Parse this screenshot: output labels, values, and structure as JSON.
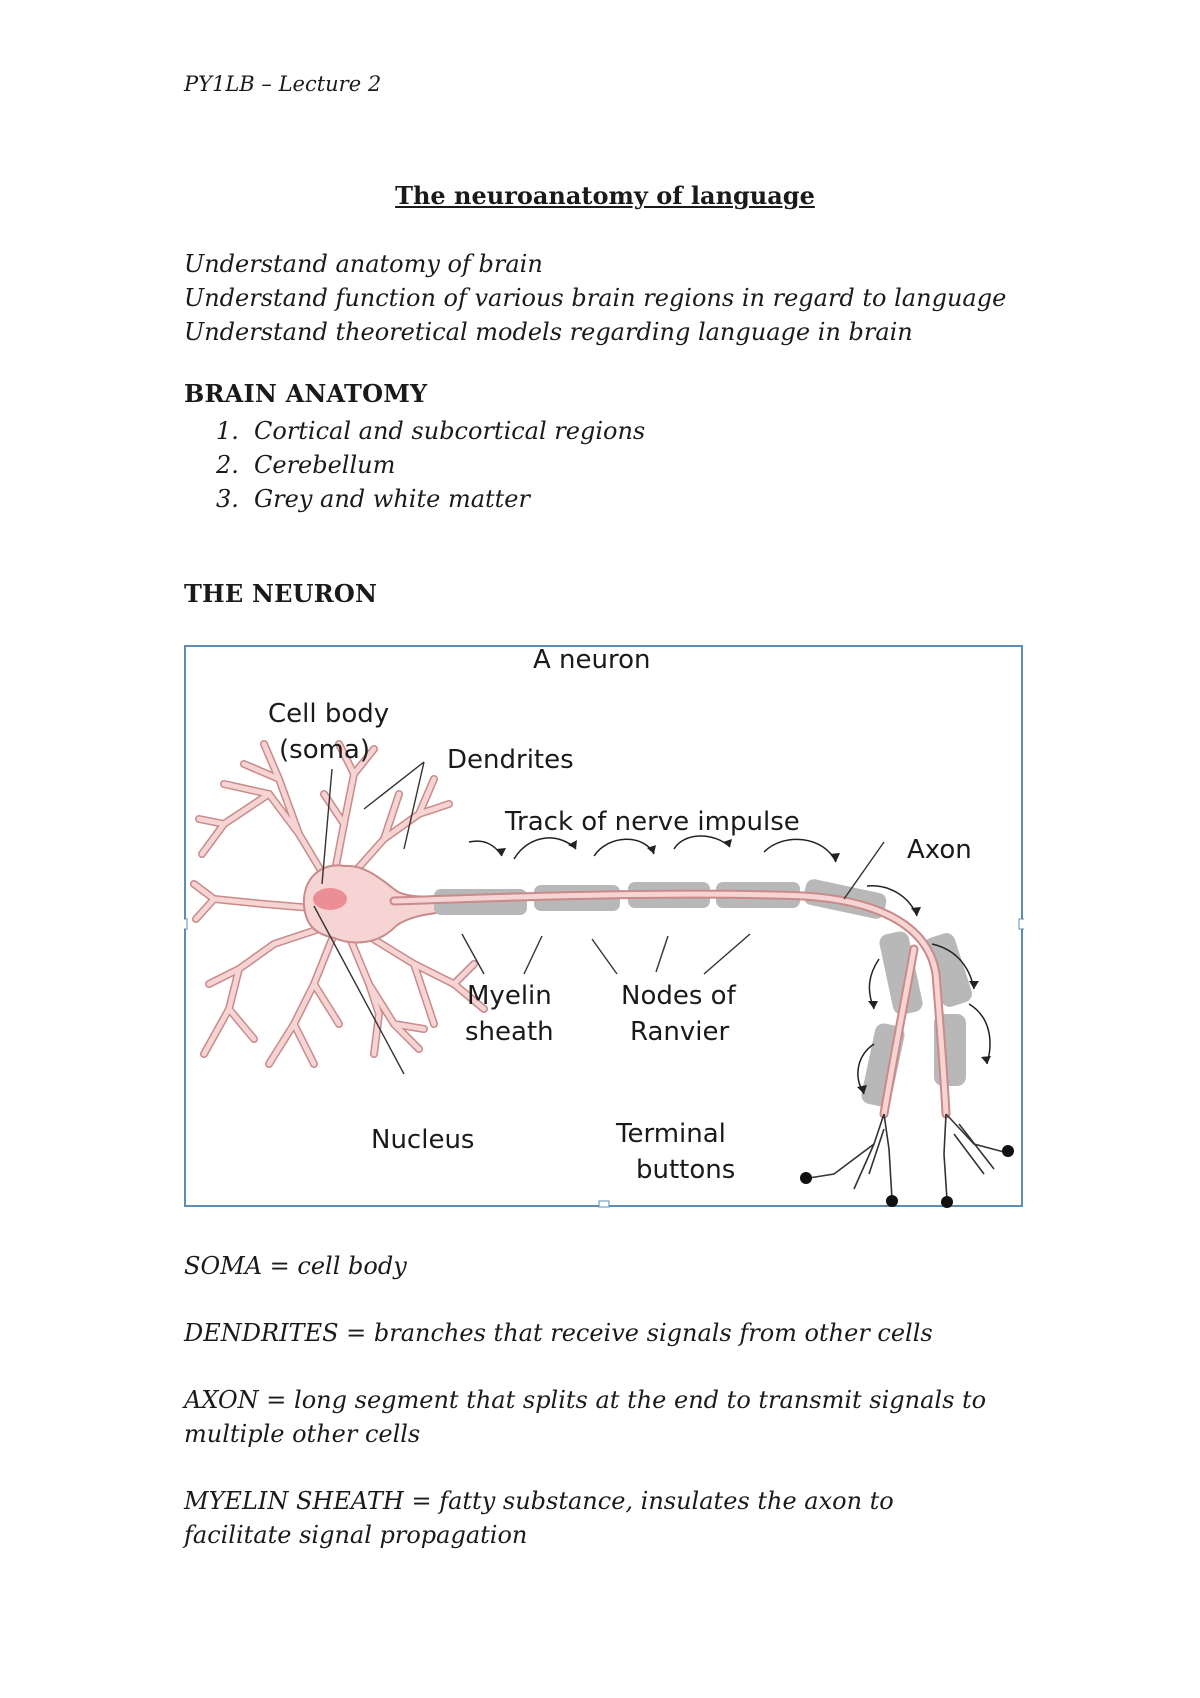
{
  "header": "PY1LB – Lecture 2",
  "title": "The neuroanatomy of language",
  "objectives": [
    "Understand anatomy of brain",
    "Understand function of various brain regions in regard to language",
    "Understand theoretical models regarding language in brain"
  ],
  "brain_anatomy": {
    "heading": "BRAIN ANATOMY",
    "items": [
      {
        "num": "1.",
        "text": "Cortical and subcortical regions"
      },
      {
        "num": "2.",
        "text": "Cerebellum"
      },
      {
        "num": "3.",
        "text": "Grey and white matter"
      }
    ]
  },
  "neuron_section": {
    "heading": "THE NEURON"
  },
  "figure": {
    "title": "A neuron",
    "labels": {
      "cell_body_1": "Cell body",
      "cell_body_2": "(soma)",
      "dendrites": "Dendrites",
      "track": "Track of nerve impulse",
      "axon": "Axon",
      "myelin_1": "Myelin",
      "myelin_2": "sheath",
      "nodes_1": "Nodes of",
      "nodes_2": "Ranvier",
      "nucleus": "Nucleus",
      "terminal_1": "Terminal",
      "terminal_2": "buttons"
    },
    "colors": {
      "neuron_fill": "#f7d4d4",
      "neuron_stroke": "#c98a8a",
      "nucleus": "#ec8e96",
      "myelin": "#b8b8b8",
      "frame": "#5b8db5"
    }
  },
  "definitions": [
    {
      "term": "SOMA",
      "sep": " = ",
      "def": "cell body"
    },
    {
      "term": "DENDRITES",
      "sep": " = ",
      "def": "branches that receive signals from other cells"
    },
    {
      "term": "AXON",
      "sep": " = ",
      "def": "long segment that splits at the end to transmit signals to multiple other cells"
    },
    {
      "term": "MYELIN SHEATH",
      "sep": " = ",
      "def": "fatty substance, insulates the axon to facilitate signal propagation"
    }
  ]
}
